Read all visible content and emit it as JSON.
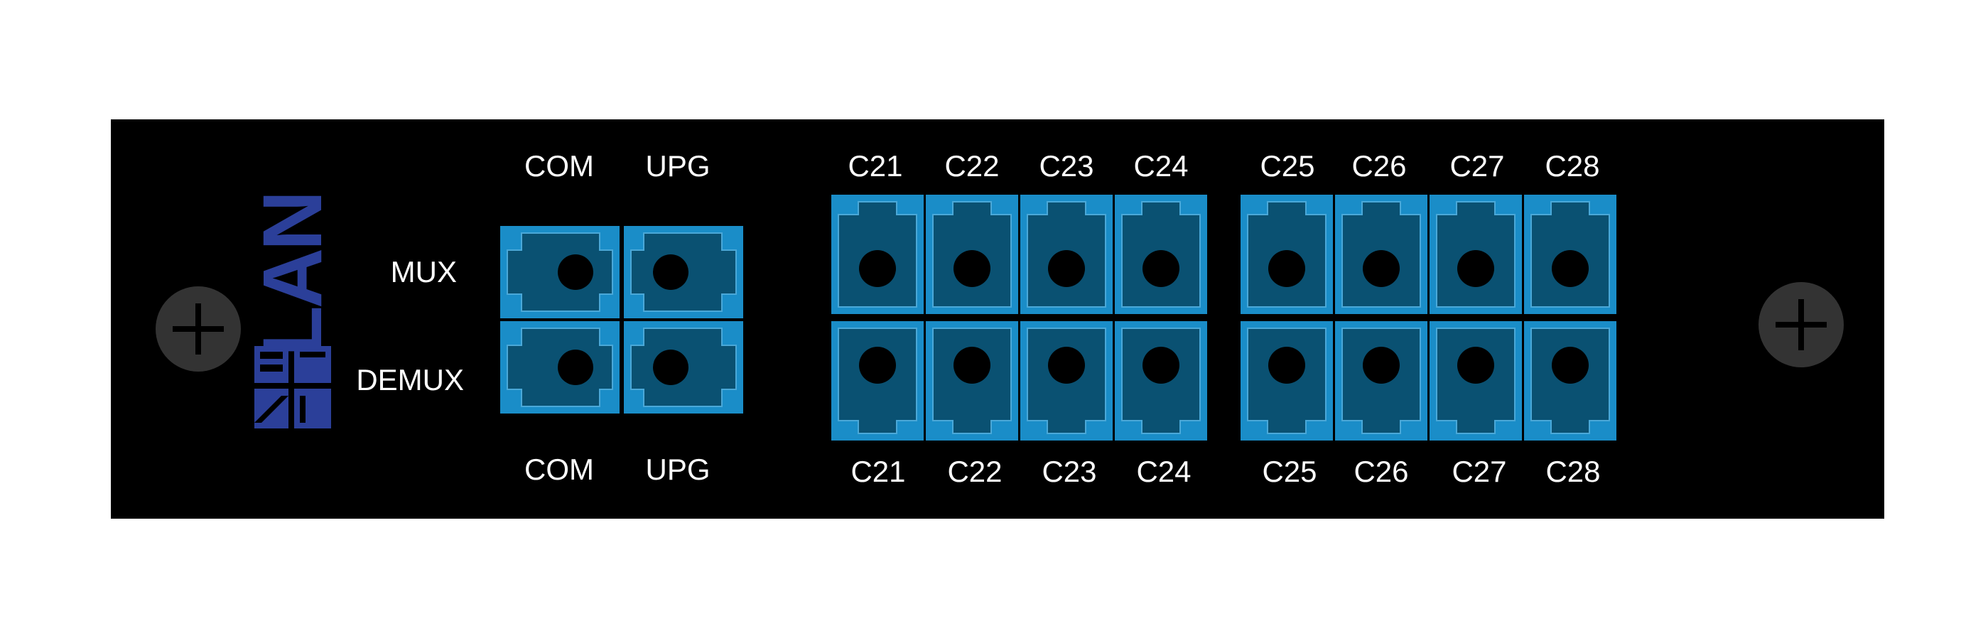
{
  "colors": {
    "panel": "#000000",
    "port_body": "#1a8dc8",
    "port_face": "#0a5172",
    "logo": "#2b3f99",
    "screw": "#333333",
    "text": "#ffffff"
  },
  "logo": {
    "text": "LAN",
    "icon": "e-lan-logo-icon"
  },
  "left_group": {
    "top_labels": [
      "COM",
      "UPG"
    ],
    "bottom_labels": [
      "COM",
      "UPG"
    ],
    "row_labels": [
      "MUX",
      "DEMUX"
    ]
  },
  "channel_group_a": {
    "top_labels": [
      "C21",
      "C22",
      "C23",
      "C24"
    ],
    "bottom_labels": [
      "C21",
      "C22",
      "C23",
      "C24"
    ]
  },
  "channel_group_b": {
    "top_labels": [
      "C25",
      "C26",
      "C27",
      "C28"
    ],
    "bottom_labels": [
      "C25",
      "C26",
      "C27",
      "C28"
    ]
  }
}
